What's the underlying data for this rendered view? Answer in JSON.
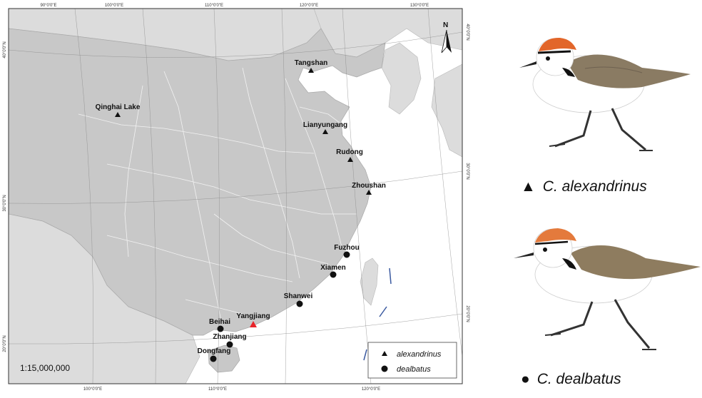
{
  "map": {
    "north": "N",
    "scale": "1:15,000,000",
    "graticule": {
      "top": [
        "90°0'0\"E",
        "100°0'0\"E",
        "110°0'0\"E",
        "120°0'0\"E",
        "130°0'0\"E"
      ],
      "bottom": [
        "100°0'0\"E",
        "110°0'0\"E",
        "120°0'0\"E"
      ],
      "left": [
        "40°0'0\"N",
        "30°0'0\"N",
        "20°0'0\"N"
      ],
      "right": [
        "40°0'0\"N",
        "30°0'0\"N",
        "20°0'0\"N"
      ]
    },
    "sites": [
      {
        "name": "Tangshan",
        "type": "alexandrinus"
      },
      {
        "name": "Qinghai Lake",
        "type": "alexandrinus"
      },
      {
        "name": "Lianyungang",
        "type": "alexandrinus"
      },
      {
        "name": "Rudong",
        "type": "alexandrinus"
      },
      {
        "name": "Zhoushan",
        "type": "alexandrinus"
      },
      {
        "name": "Fuzhou",
        "type": "dealbatus"
      },
      {
        "name": "Xiamen",
        "type": "dealbatus"
      },
      {
        "name": "Shanwei",
        "type": "dealbatus"
      },
      {
        "name": "Yangjiang",
        "type": "highlight"
      },
      {
        "name": "Beihai",
        "type": "dealbatus"
      },
      {
        "name": "Zhanjiang",
        "type": "dealbatus"
      },
      {
        "name": "Dongfang",
        "type": "dealbatus"
      }
    ],
    "legend": {
      "alexandrinus": "alexandrinus",
      "dealbatus": "dealbatus"
    },
    "colors": {
      "highlight": "#e8242a",
      "land": "#c8c8c8",
      "neighbor": "#dcdcdc",
      "sea": "#ffffff"
    }
  },
  "species": [
    {
      "symbol": "▲",
      "name": "C. alexandrinus"
    },
    {
      "symbol": "●",
      "name": "C. dealbatus"
    }
  ]
}
